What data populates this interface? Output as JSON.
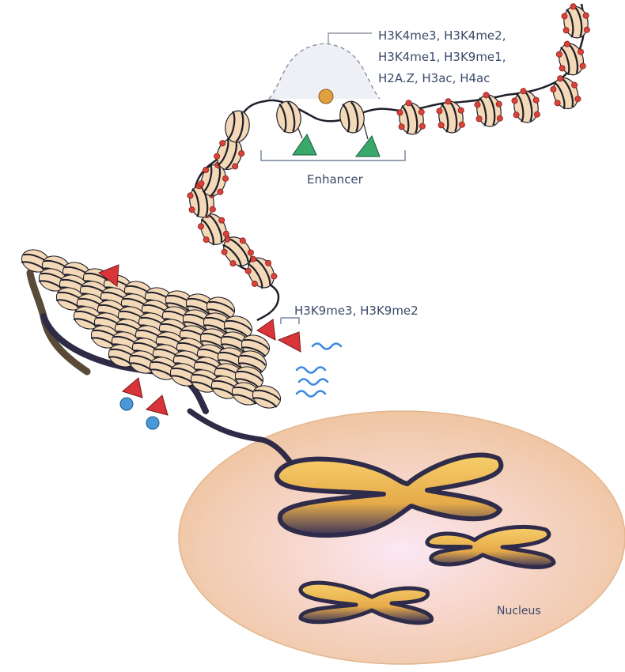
{
  "labels": {
    "active_marks_line1": "H3K4me3, H3K4me2,",
    "active_marks_line2": "H3K4me1, H3K9me1,",
    "active_marks_line3": "H2A.Z, H3ac, H4ac",
    "enhancer": "Enhancer",
    "repressive_marks": "H3K9me3, H3K9me2",
    "nucleus": "Nucleus"
  },
  "colors": {
    "nucleosome_fill": "#f3d9b8",
    "nucleosome_stroke": "#1f1f2a",
    "acetyl_mark": "#d8433c",
    "repressive_triangle": "#d8343a",
    "activator_triangle": "#3aa86a",
    "blue_circle": "#4a98d8",
    "transcription_factor": "#e0a040",
    "nucleus_fill": "#f0c8a0",
    "chromosome": "#2e2c4a",
    "chromosome_highlight": "#f5c05a",
    "wave": "#3a8ae0",
    "label": "#3a4a6a"
  }
}
